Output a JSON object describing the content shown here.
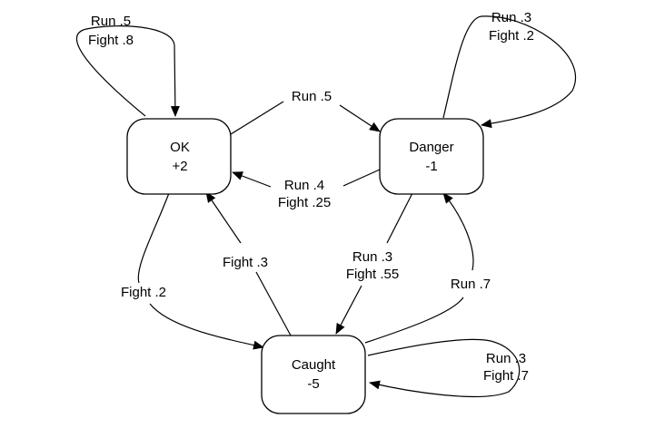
{
  "nodes": {
    "ok": {
      "name": "OK",
      "value": "+2"
    },
    "danger": {
      "name": "Danger",
      "value": "-1"
    },
    "caught": {
      "name": "Caught",
      "value": "-5"
    }
  },
  "edges": {
    "ok_self": {
      "line1": "Run .5",
      "line2": "Fight .8"
    },
    "ok_to_danger": {
      "line1": "Run .5"
    },
    "danger_to_ok": {
      "line1": "Run .4",
      "line2": "Fight .25"
    },
    "danger_self": {
      "line1": "Run .3",
      "line2": "Fight .2"
    },
    "ok_to_caught": {
      "line1": "Fight .2"
    },
    "caught_to_ok": {
      "line1": "Fight .3"
    },
    "danger_to_caught": {
      "line1": "Run .3",
      "line2": "Fight .55"
    },
    "caught_to_danger": {
      "line1": "Run .7"
    },
    "caught_self": {
      "line1": "Run .3",
      "line2": "Fight .7"
    }
  },
  "colors": {
    "stroke": "#000000",
    "background": "#ffffff"
  }
}
